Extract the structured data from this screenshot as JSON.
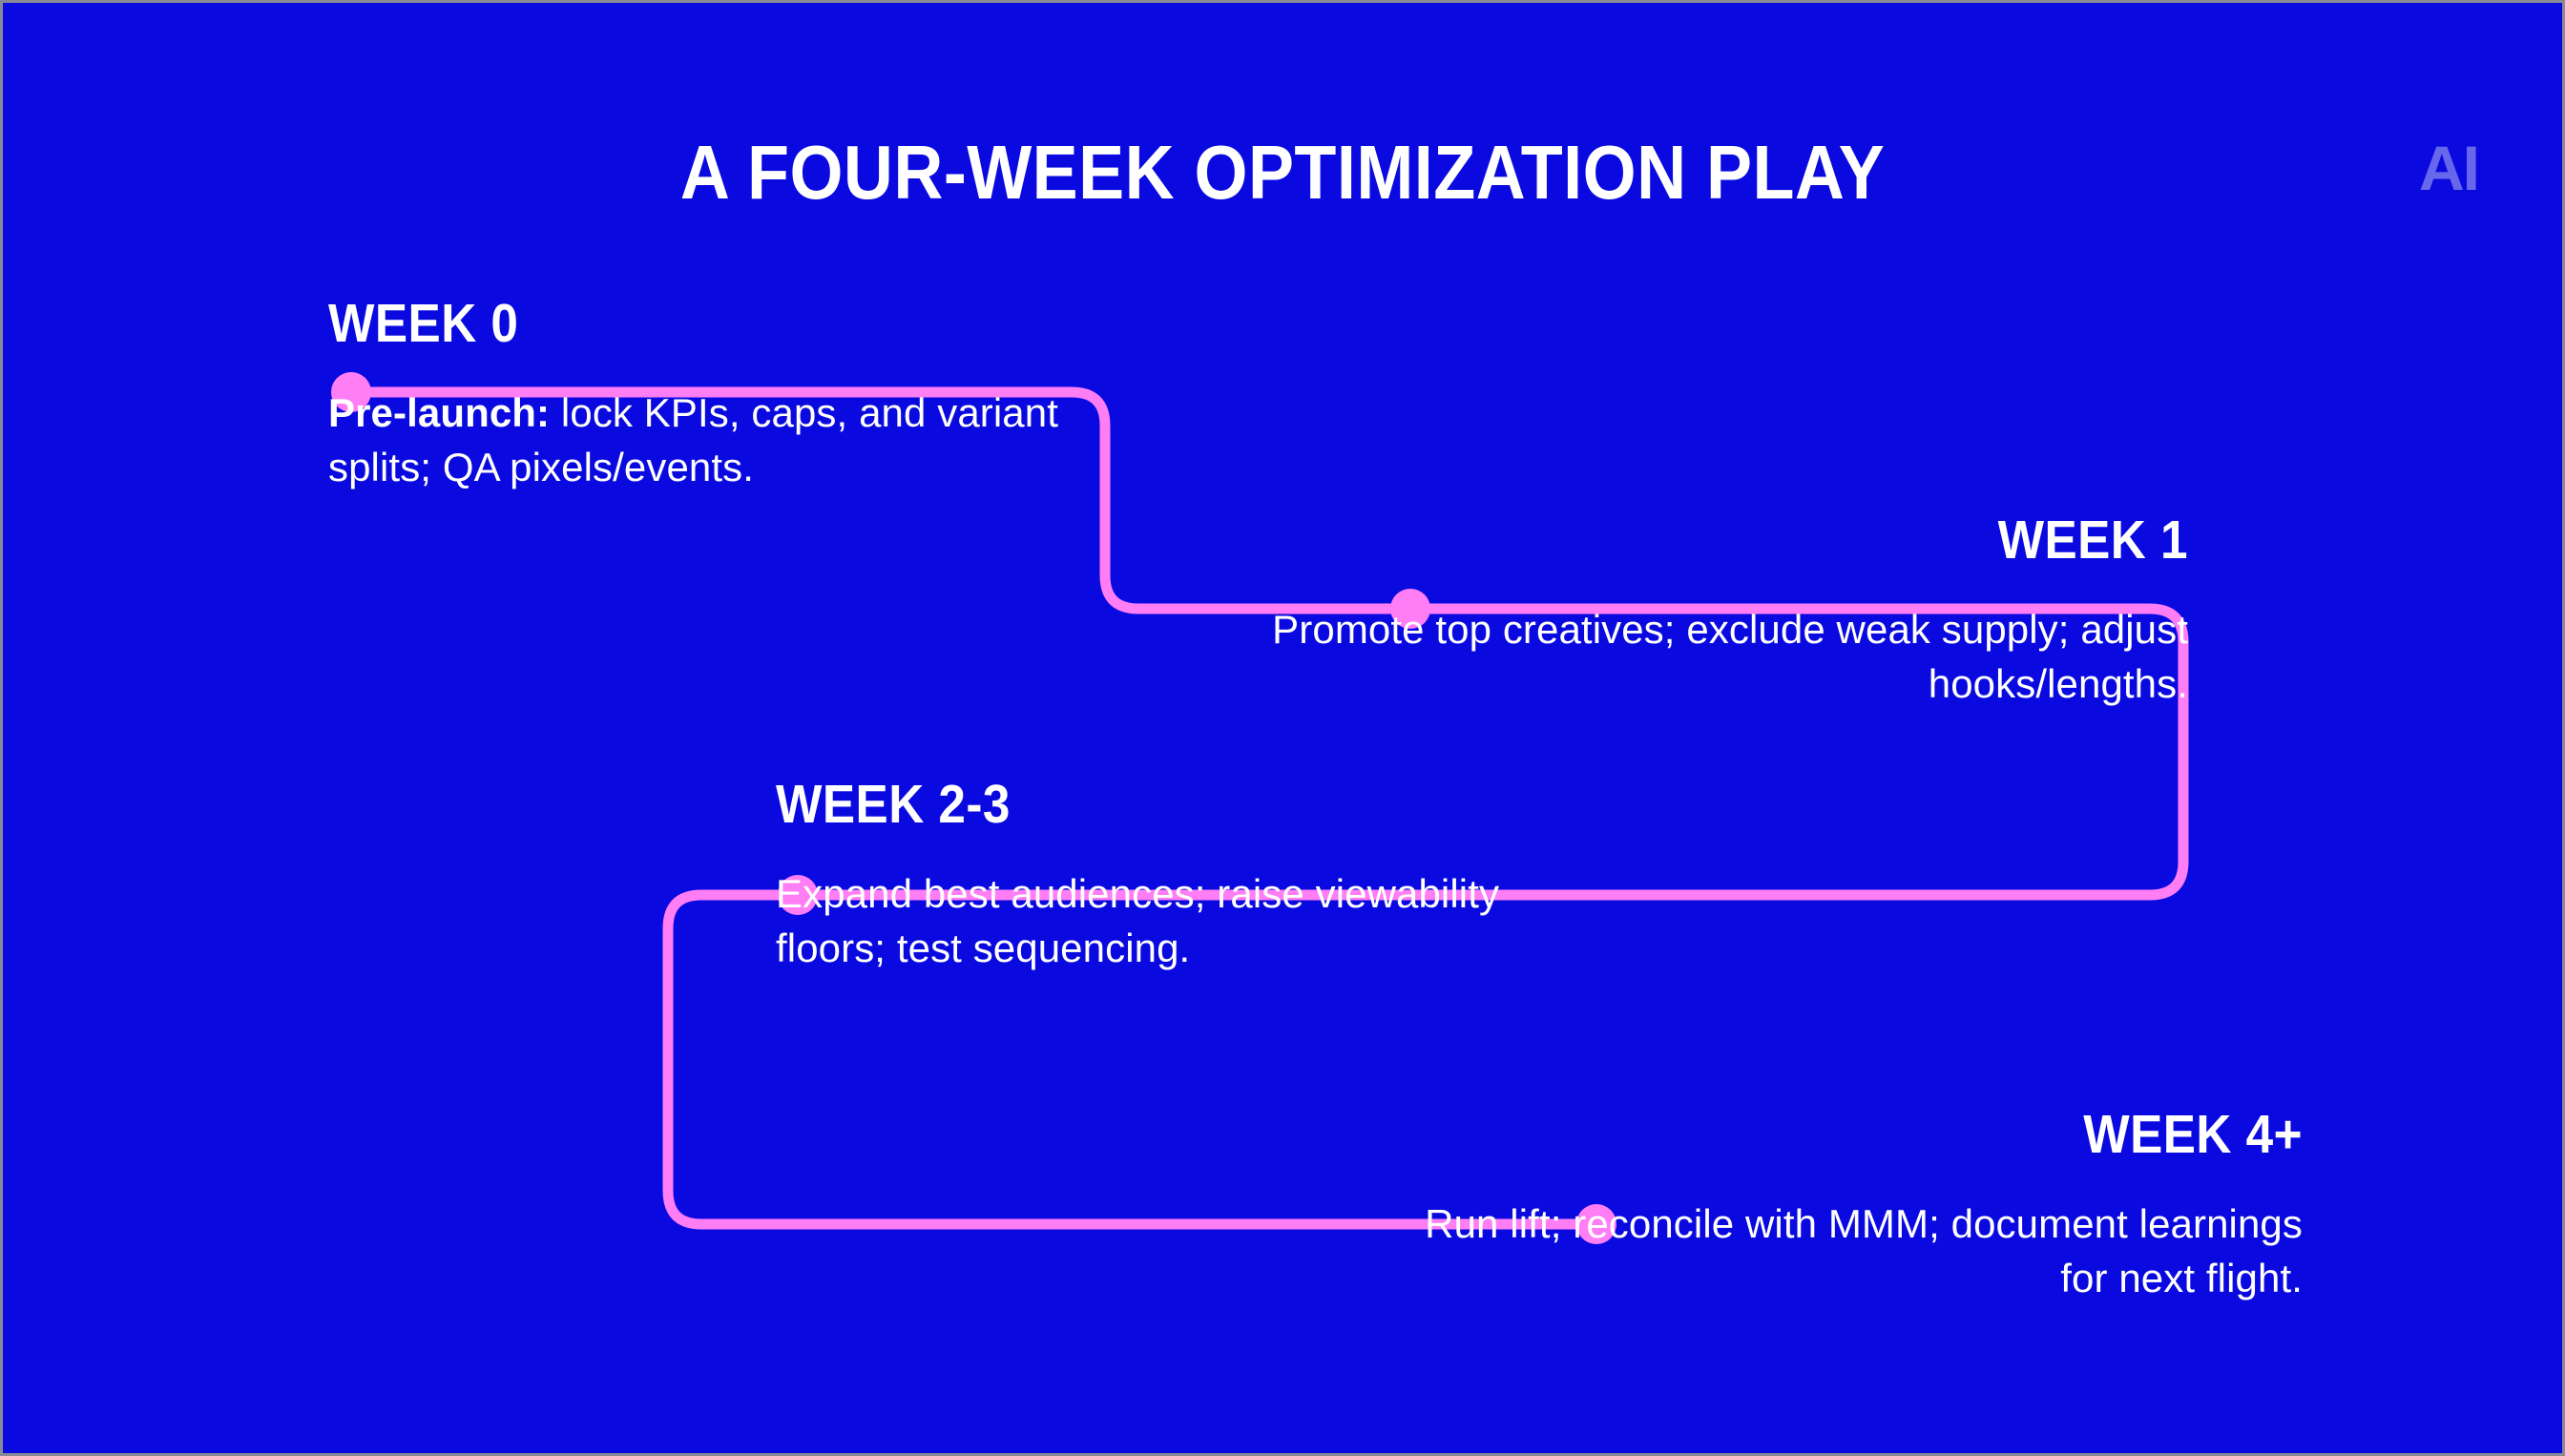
{
  "page": {
    "title": "A FOUR-WEEK OPTIMIZATION PLAY",
    "background_color": "#0A0AE0",
    "accent_color": "#FF7DF5",
    "text_color": "#FFFFFF"
  },
  "logo": {
    "text": "AI"
  },
  "timeline": {
    "milestones": [
      {
        "label": "WEEK 0",
        "body_lead": "Pre-launch:",
        "body_rest": " lock KPIs, caps, and variant splits; QA pixels/events.",
        "align": "left"
      },
      {
        "label": "WEEK 1",
        "body_lead": "",
        "body_rest": "Promote top creatives; exclude weak supply; adjust hooks/lengths.",
        "align": "right"
      },
      {
        "label": "WEEK 2-3",
        "body_lead": "",
        "body_rest": "Expand best audiences; raise viewability floors; test sequencing.",
        "align": "left"
      },
      {
        "label": "WEEK 4+",
        "body_lead": "",
        "body_rest": "Run lift; reconcile with MMM; document learnings for next flight.",
        "align": "right"
      }
    ]
  }
}
